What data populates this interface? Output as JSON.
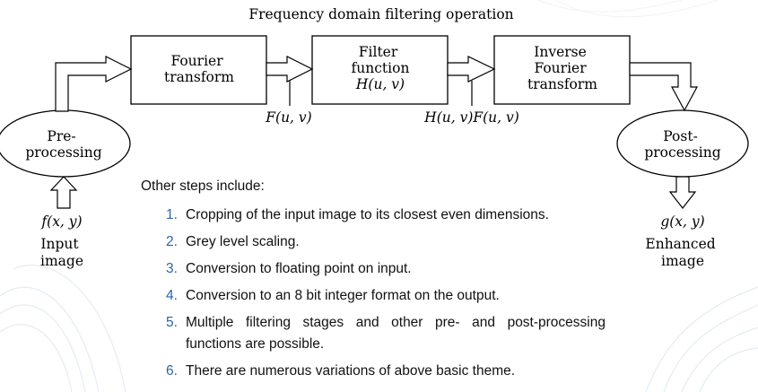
{
  "diagram": {
    "title": "Frequency domain filtering operation",
    "blocks": {
      "fourier": [
        "Fourier",
        "transform"
      ],
      "filter": [
        "Filter",
        "function",
        "H(u, v)"
      ],
      "inverse": [
        "Inverse",
        "Fourier",
        "transform"
      ],
      "preprocessing": [
        "Pre-",
        "processing"
      ],
      "postprocessing": [
        "Post-",
        "processing"
      ]
    },
    "signals": {
      "F": "F(u, v)",
      "HF": "H(u, v)F(u, v)"
    },
    "input": {
      "symbol": "f(x, y)",
      "label": [
        "Input",
        "image"
      ]
    },
    "output": {
      "symbol": "g(x, y)",
      "label": [
        "Enhanced",
        "image"
      ]
    }
  },
  "notes": {
    "title": "Other steps include:",
    "items": [
      {
        "num": "1.",
        "text": "Cropping of the input image to its closest even dimensions."
      },
      {
        "num": "2.",
        "text": "Grey level scaling."
      },
      {
        "num": "3.",
        "text": "Conversion to floating point on input."
      },
      {
        "num": "4.",
        "text": "Conversion to an 8 bit integer format on the output."
      },
      {
        "num": "5.",
        "text": "Multiple filtering stages and other pre- and post-processing functions are possible."
      },
      {
        "num": "6.",
        "text": "There are numerous variations of above basic theme."
      }
    ]
  }
}
